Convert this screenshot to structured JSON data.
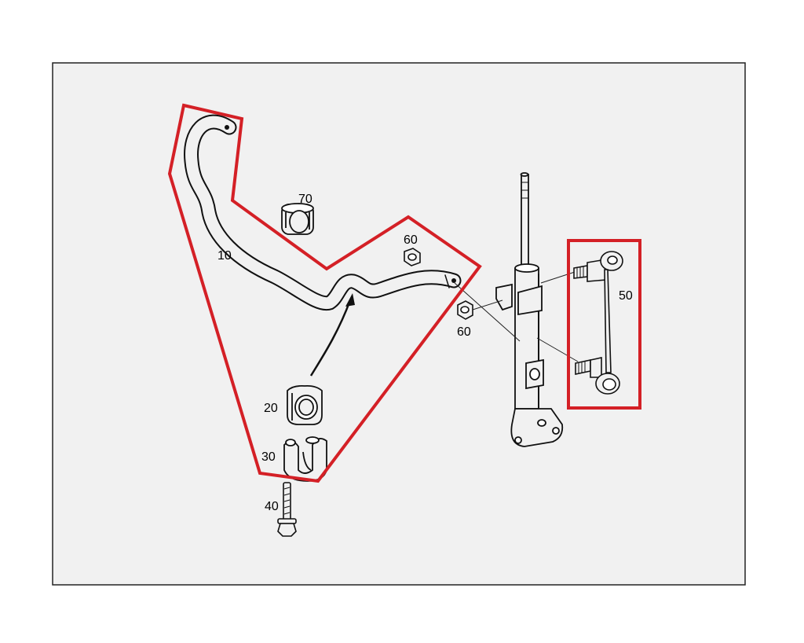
{
  "diagram": {
    "colors": {
      "frame_bg": "#f1f1f1",
      "frame_border": "#222222",
      "line": "#111111",
      "highlight": "#d42026"
    },
    "parts": [
      {
        "id": "part-10",
        "label": "10"
      },
      {
        "id": "part-20",
        "label": "20"
      },
      {
        "id": "part-30",
        "label": "30"
      },
      {
        "id": "part-40",
        "label": "40"
      },
      {
        "id": "part-50",
        "label": "50"
      },
      {
        "id": "part-60-upper",
        "label": "60"
      },
      {
        "id": "part-60-lower",
        "label": "60"
      },
      {
        "id": "part-70",
        "label": "70"
      }
    ]
  }
}
